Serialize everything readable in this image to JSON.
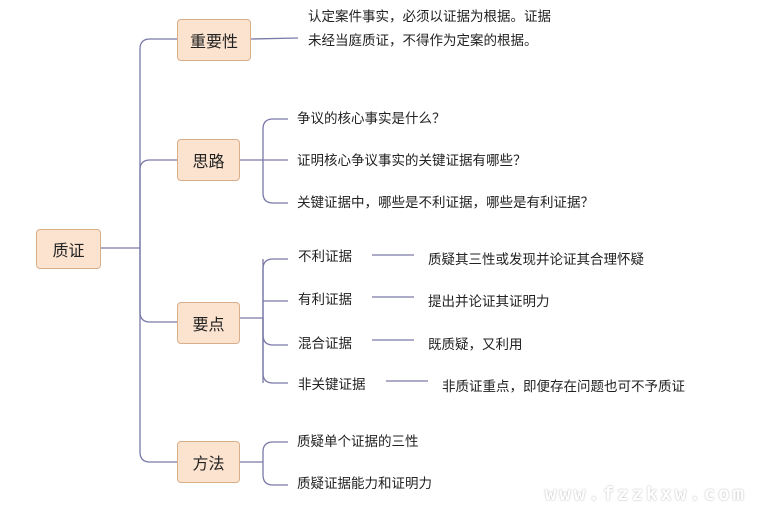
{
  "root": {
    "label": "质证"
  },
  "branches": {
    "importance": {
      "label": "重要性",
      "text": "认定案件事实，必须以证据为根据。证据未经当庭质证，不得作为定案的根据。"
    },
    "approach": {
      "label": "思路",
      "items": [
        "争议的核心事实是什么？",
        "证明核心争议事实的关键证据有哪些？",
        "关键证据中，哪些是不利证据，哪些是有利证据？"
      ]
    },
    "key_points": {
      "label": "要点",
      "items": [
        {
          "name": "不利证据",
          "desc": "质疑其三性或发现并论证其合理怀疑"
        },
        {
          "name": "有利证据",
          "desc": "提出并论证其证明力"
        },
        {
          "name": "混合证据",
          "desc": "既质疑，又利用"
        },
        {
          "name": "非关键证据",
          "desc": "非质证重点，即便存在问题也可不予质证"
        }
      ]
    },
    "method": {
      "label": "方法",
      "items": [
        "质疑单个证据的三性",
        "质疑证据能力和证明力"
      ]
    }
  },
  "watermark": "www.fzzkxw.com",
  "colors": {
    "node_fill": "#fbe3cf",
    "node_border": "#d9ae8a",
    "connector": "#7a7aa8"
  }
}
